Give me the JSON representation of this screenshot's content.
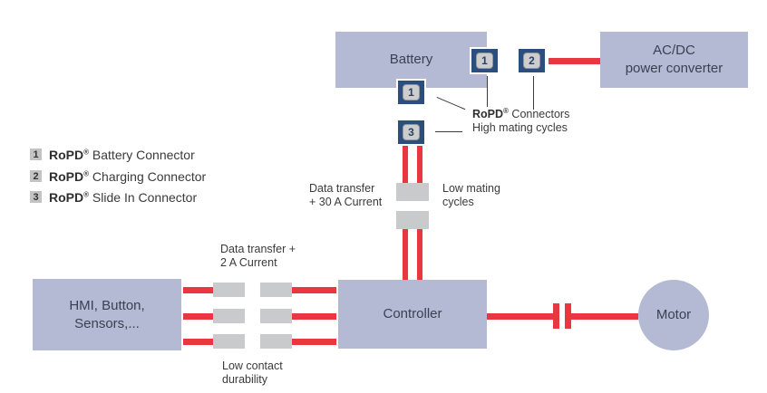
{
  "nodes": {
    "battery": {
      "label": "Battery"
    },
    "acdc": {
      "line1": "AC/DC",
      "line2": "power converter"
    },
    "hmi": {
      "line1": "HMI, Button,",
      "line2": "Sensors,..."
    },
    "controller": {
      "label": "Controller"
    },
    "motor": {
      "label": "Motor"
    }
  },
  "badges": {
    "battery_connector": "1",
    "charging_connector": "2",
    "battery_connector_side": "1",
    "slide_in_connector": "3"
  },
  "legend": {
    "items": [
      {
        "num": "1",
        "brand": "RoPD",
        "reg": "®",
        "rest": " Battery Connector"
      },
      {
        "num": "2",
        "brand": "RoPD",
        "reg": "®",
        "rest": " Charging Connector"
      },
      {
        "num": "3",
        "brand": "RoPD",
        "reg": "®",
        "rest": " Slide In Connector"
      }
    ]
  },
  "annotations": {
    "ropd_connectors": {
      "brand": "RoPD",
      "reg": "®",
      "rest": " Connectors",
      "line2": "High mating cycles"
    },
    "data_transfer_30a": {
      "line1": "Data transfer",
      "line2": "+ 30 A Current"
    },
    "low_mating_cycles": {
      "line1": "Low mating",
      "line2": "cycles"
    },
    "data_transfer_2a": {
      "line1": "Data transfer +",
      "line2": "2 A Current"
    },
    "low_contact_durability": {
      "line1": "Low contact",
      "line2": "durability"
    }
  },
  "colors": {
    "node_fill": "#b4bad3",
    "badge_navy": "#2b4e7d",
    "badge_inner": "#cdcdcd",
    "red": "#e83741",
    "connector_gray": "#c9cacb",
    "legend_num_bg": "#c3c3c3",
    "text": "#3a3a3a"
  }
}
